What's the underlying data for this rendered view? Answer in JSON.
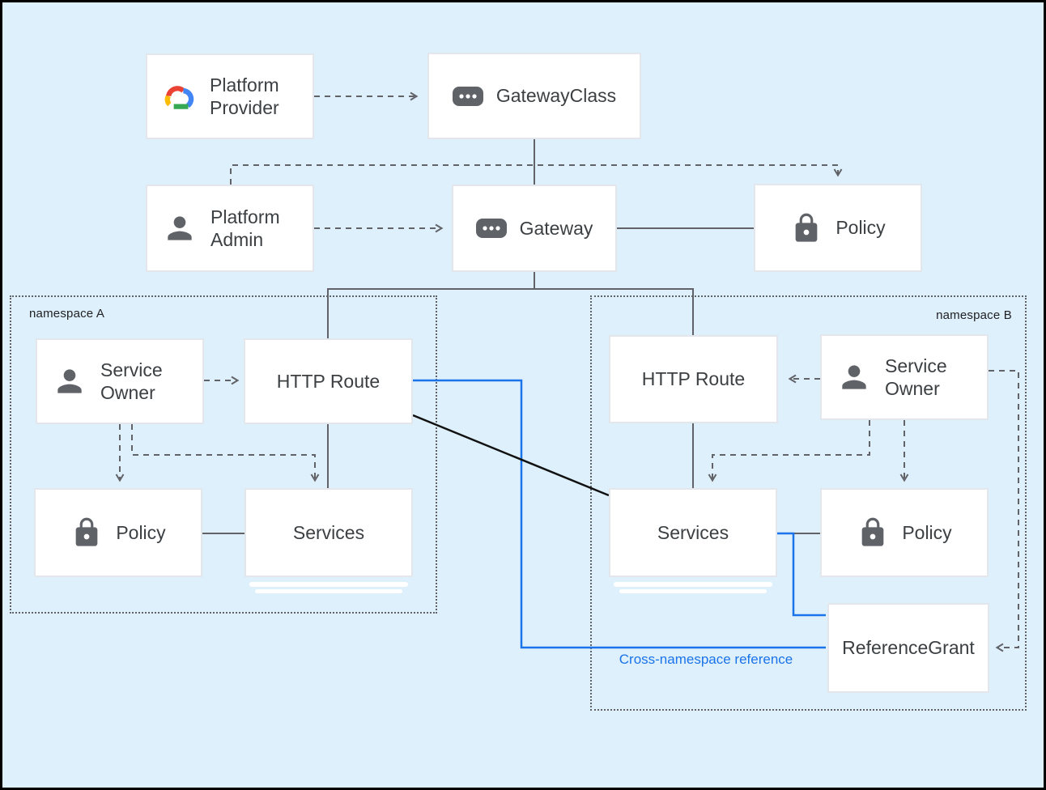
{
  "diagram": {
    "nodes": {
      "platform_provider": {
        "label": "Platform Provider",
        "icon": "google-cloud-logo"
      },
      "gateway_class": {
        "label": "GatewayClass",
        "icon": "resource-chip"
      },
      "platform_admin": {
        "label": "Platform Admin",
        "icon": "person"
      },
      "gateway": {
        "label": "Gateway",
        "icon": "resource-chip"
      },
      "policy_root": {
        "label": "Policy",
        "icon": "lock"
      },
      "service_owner_a": {
        "label": "Service Owner",
        "icon": "person"
      },
      "http_route_a": {
        "label": "HTTP Route",
        "icon": "none"
      },
      "policy_a": {
        "label": "Policy",
        "icon": "lock"
      },
      "services_a": {
        "label": "Services",
        "icon": "none"
      },
      "http_route_b": {
        "label": "HTTP Route",
        "icon": "none"
      },
      "service_owner_b": {
        "label": "Service Owner",
        "icon": "person"
      },
      "services_b": {
        "label": "Services",
        "icon": "none"
      },
      "policy_b": {
        "label": "Policy",
        "icon": "lock"
      },
      "reference_grant": {
        "label": "ReferenceGrant",
        "icon": "none"
      }
    },
    "namespaces": {
      "a": {
        "label": "namespace A"
      },
      "b": {
        "label": "namespace B"
      }
    },
    "annotations": {
      "cross_namespace": {
        "label": "Cross-namespace reference",
        "color": "#1a73e8"
      }
    },
    "colors": {
      "canvas_bg": "#def0fb",
      "frame": "#000000",
      "line_gray": "#616161",
      "dotted_border": "#5f6368",
      "blue_accent": "#1a73e8",
      "black_line": "#111111",
      "box_bg": "#ffffff",
      "box_border": "#e3e6ea",
      "text": "#3c4043",
      "icon_gray": "#5f6368",
      "logo_red": "#EA4335",
      "logo_yellow": "#FBBC05",
      "logo_blue": "#4285F4",
      "logo_green": "#34A853"
    }
  }
}
